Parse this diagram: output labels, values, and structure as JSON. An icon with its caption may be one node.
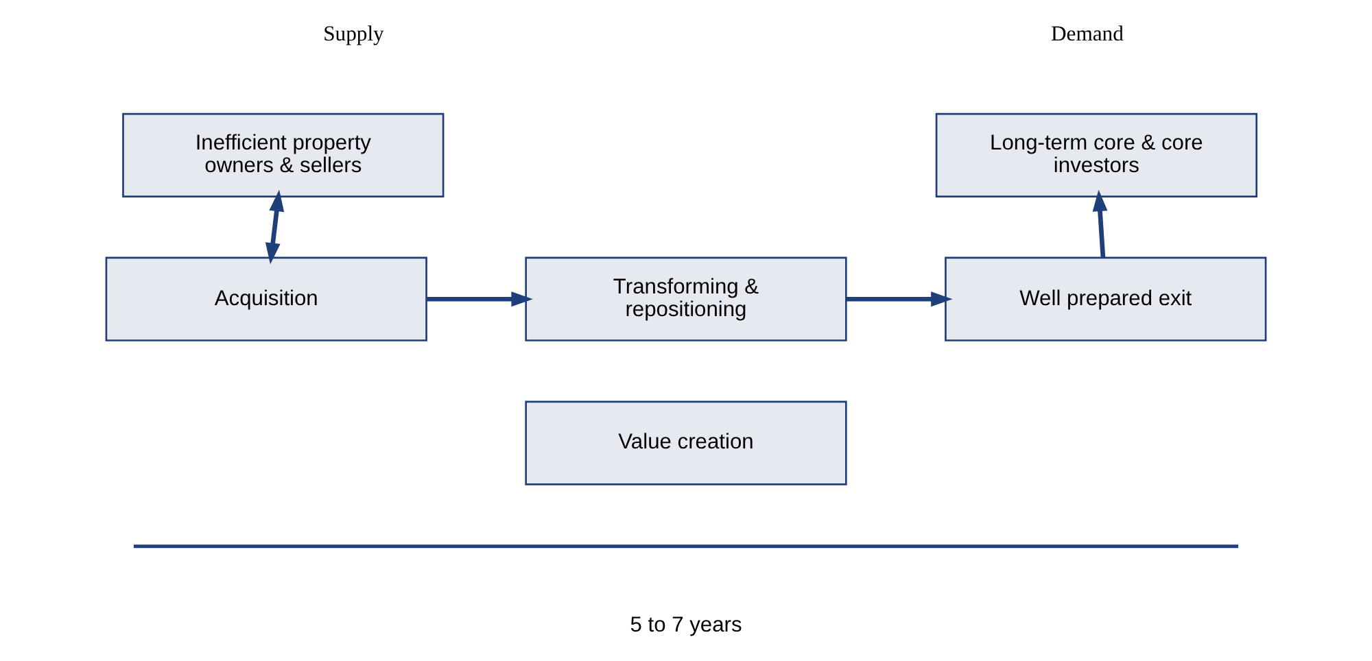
{
  "diagram": {
    "nodes": [
      {
        "text": [
          "Inefficient property owners & sellers"
        ]
      },
      {
        "text": [
          "Long-term core & core investors"
        ]
      },
      {
        "text": [
          "Acquisition"
        ]
      },
      {
        "text": [
          "Transforming & repositioning"
        ]
      },
      {
        "text": [
          "Well prepared exit"
        ]
      },
      {
        "text": [
          "Value creation"
        ]
      }
    ],
    "edges": [
      {
        "from": 0,
        "to": 2,
        "arrow": "both"
      },
      {
        "from": 2,
        "to": 3,
        "arrow": "to"
      },
      {
        "from": 3,
        "to": 4,
        "arrow": "to"
      },
      {
        "from": 4,
        "to": 1,
        "arrow": "to"
      }
    ],
    "labels": [
      "Supply",
      "Demand",
      "5 to 7 years"
    ]
  }
}
